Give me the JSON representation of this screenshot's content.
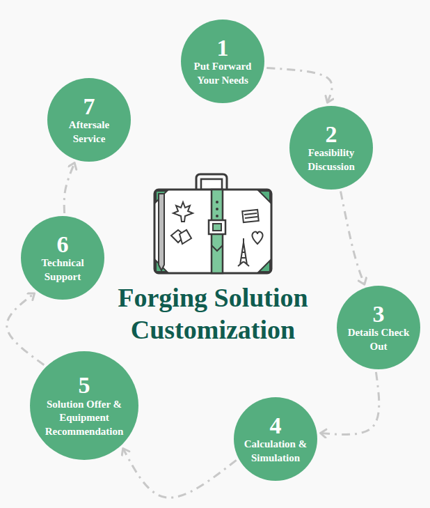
{
  "diagram": {
    "title": "Forging Solution Customization",
    "nodes": [
      {
        "text": [
          "1",
          "Put Forward Your Needs"
        ]
      },
      {
        "text": [
          "2",
          "Feasibility Discussion"
        ]
      },
      {
        "text": [
          "3",
          "Details Check Out"
        ]
      },
      {
        "text": [
          "4",
          "Calculation & Simulation"
        ]
      },
      {
        "text": [
          "5",
          "Solution Offer & Equipment Recommendation"
        ]
      },
      {
        "text": [
          "6",
          "Technical Support"
        ]
      },
      {
        "text": [
          "7",
          "Aftersale Service"
        ]
      }
    ],
    "edges": [
      {
        "from": 0,
        "to": 1,
        "arrow": "to"
      },
      {
        "from": 1,
        "to": 2,
        "arrow": "to"
      },
      {
        "from": 2,
        "to": 3,
        "arrow": "to"
      },
      {
        "from": 3,
        "to": 4,
        "arrow": "to"
      },
      {
        "from": 4,
        "to": 5,
        "arrow": "to"
      },
      {
        "from": 5,
        "to": 6,
        "arrow": "to"
      }
    ]
  }
}
